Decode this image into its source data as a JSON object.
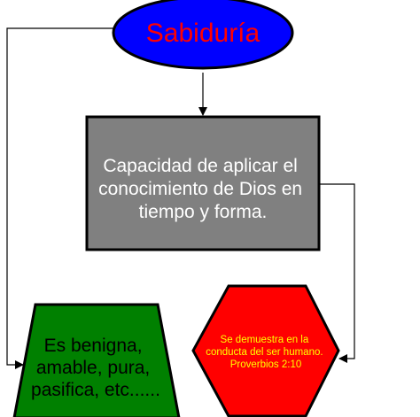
{
  "diagram": {
    "root": {
      "label": "Sabiduría",
      "fill": "#0000ff",
      "text_color": "#ff0000",
      "shape": "ellipse"
    },
    "definition": {
      "lines": [
        "Capacidad de aplicar el",
        "conocimiento de Dios en",
        "tiempo y forma."
      ],
      "fill": "#808080",
      "text_color": "#ffffff",
      "shape": "rectangle"
    },
    "qualities": {
      "lines": [
        "Es benigna,",
        "amable, pura,",
        "pasifica, etc......"
      ],
      "fill": "#008000",
      "text_color": "#000000",
      "shape": "trapezoid"
    },
    "evidence": {
      "lines": [
        "Se demuestra en la",
        "conducta del ser humano.",
        "Proverbios 2:10"
      ],
      "fill": "#ff0000",
      "text_color": "#ffff00",
      "shape": "hexagon"
    },
    "connector_color": "#000000"
  }
}
